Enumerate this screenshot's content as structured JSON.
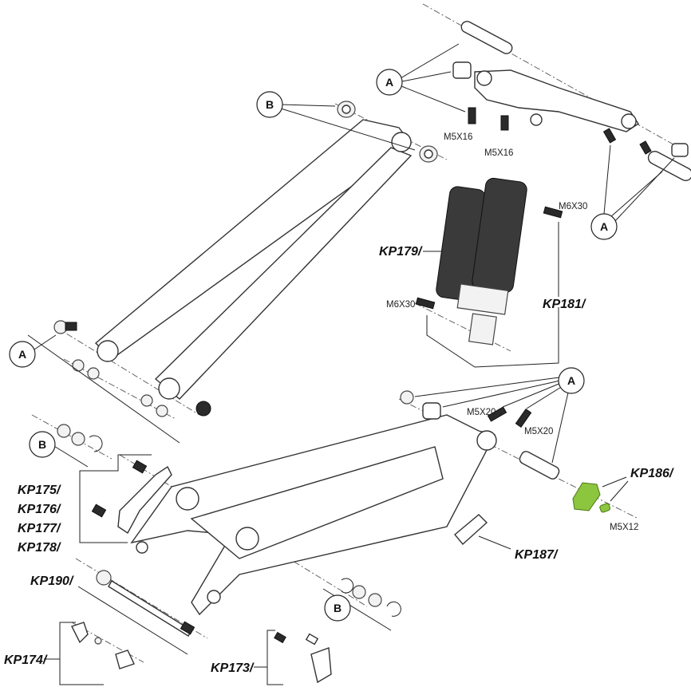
{
  "diagram": {
    "callouts": {
      "a_top": "A",
      "b_top": "B",
      "a_right": "A",
      "a_left": "A",
      "b_left": "B",
      "a_lower": "A",
      "b_bottom": "B"
    },
    "bolts": {
      "m5x16_1": "M5X16",
      "m5x16_2": "M5X16",
      "m6x30_top": "M6X30",
      "m6x30_bottom": "M6X30",
      "m5x20_1": "M5X20",
      "m5x20_2": "M5X20",
      "m5x12": "M5X12"
    },
    "part_numbers": {
      "kp179": "KP179/",
      "kp181": "KP181/",
      "kp186": "KP186/",
      "kp187": "KP187/",
      "kp175": "KP175/",
      "kp176": "KP176/",
      "kp177": "KP177/",
      "kp178": "KP178/",
      "kp190": "KP190/",
      "kp174": "KP174/",
      "kp173": "KP173/"
    },
    "colors": {
      "highlight": "#8cc63f",
      "line": "#333333"
    }
  }
}
